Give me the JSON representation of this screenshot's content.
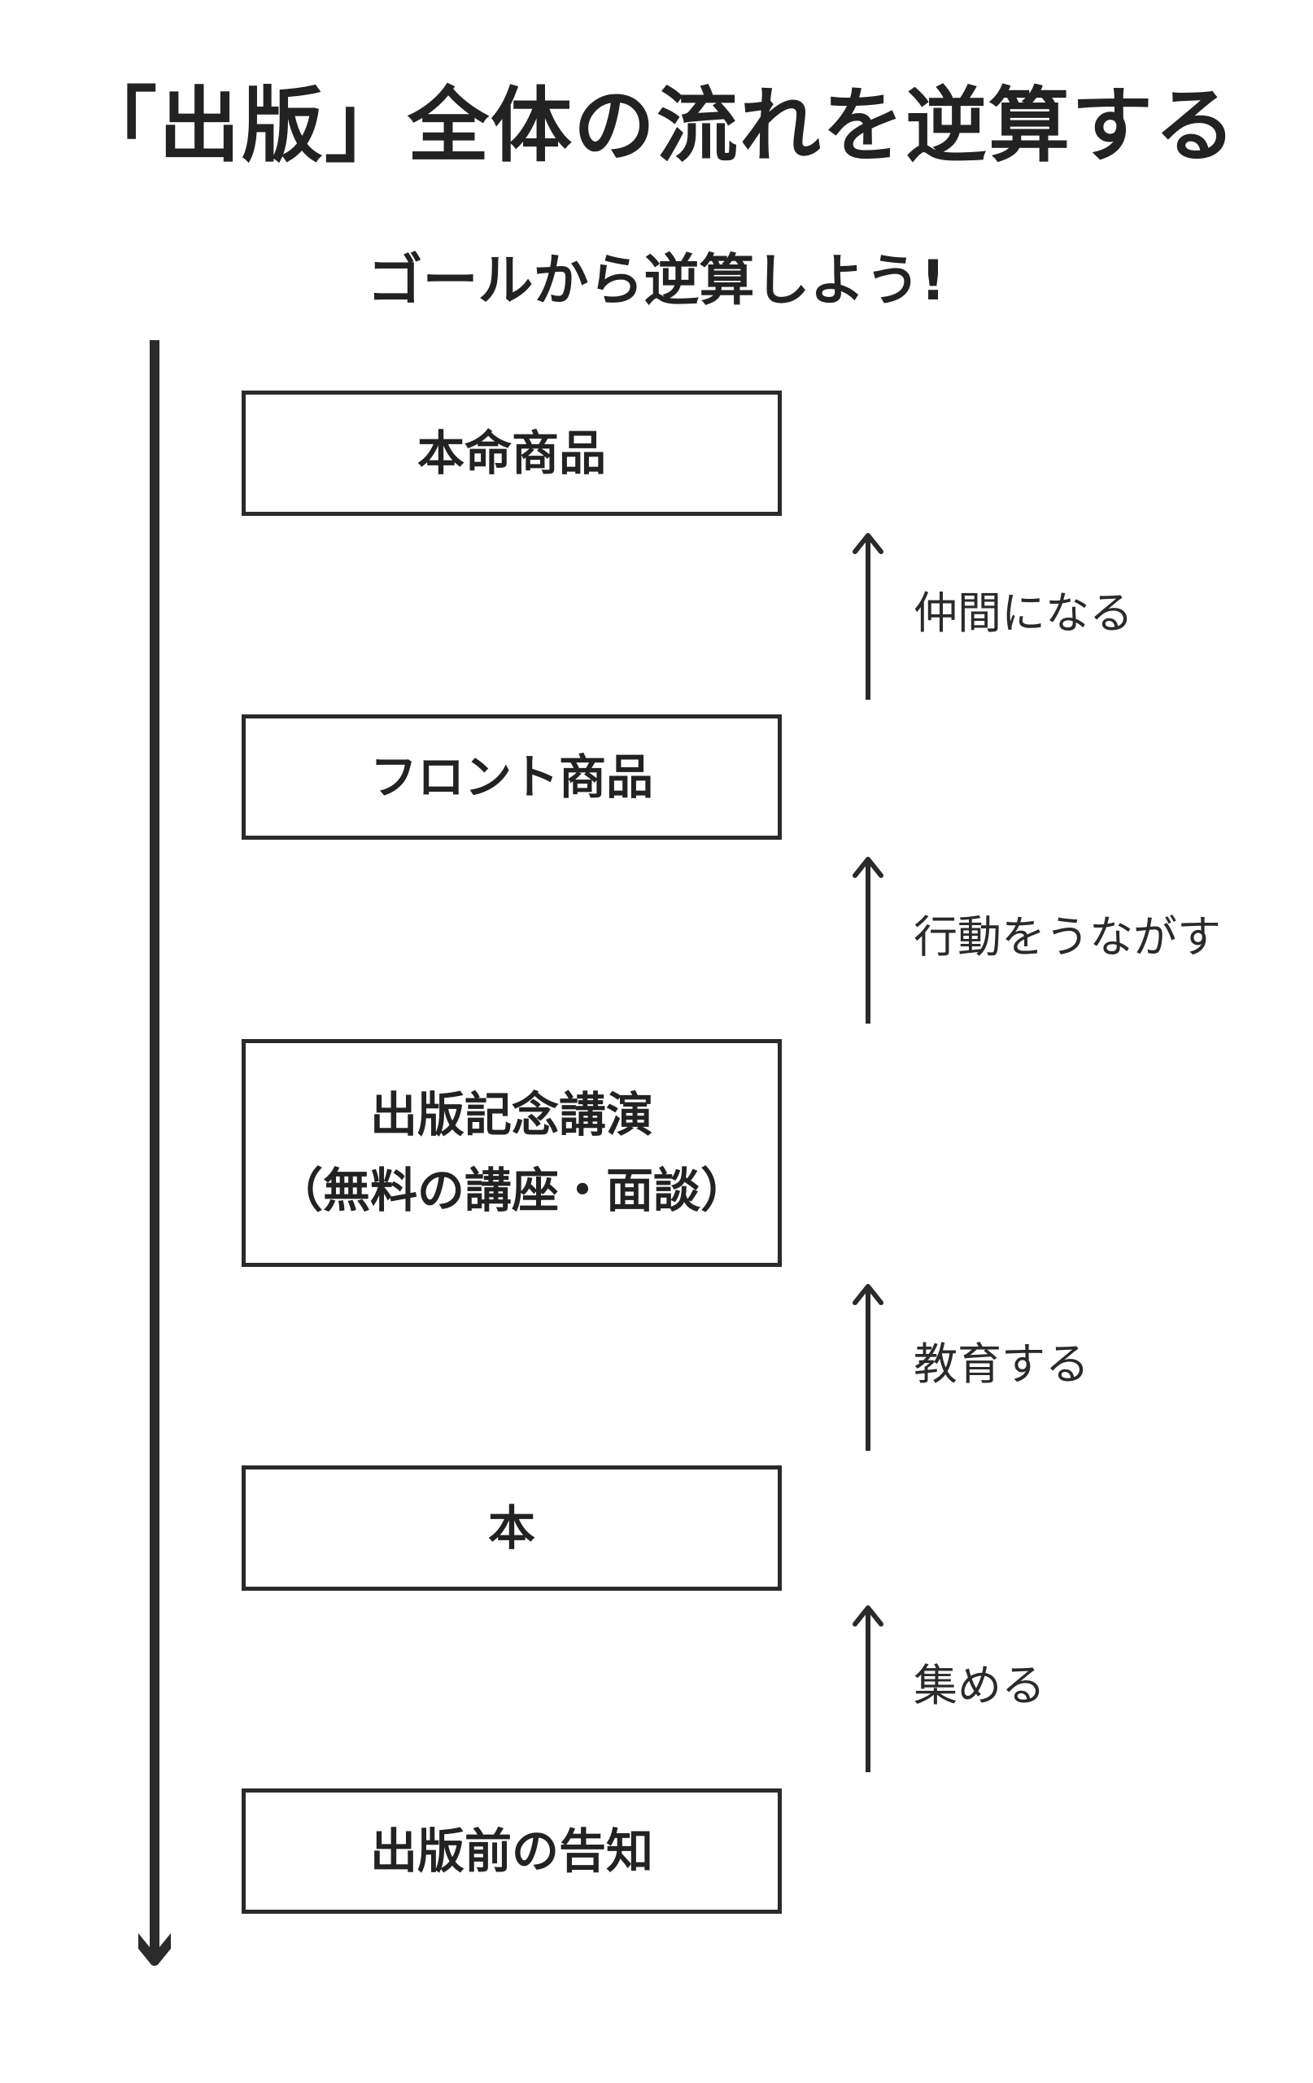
{
  "title": "「出版」全体の流れを逆算する",
  "subtitle": "ゴールから逆算しよう!",
  "boxes": [
    {
      "label": "本命商品"
    },
    {
      "label": "フロント商品"
    },
    {
      "label": "出版記念講演\n（無料の講座・面談）"
    },
    {
      "label": "本"
    },
    {
      "label": "出版前の告知"
    }
  ],
  "arrows": [
    {
      "label": "仲間になる",
      "direction": "up"
    },
    {
      "label": "行動をうながす",
      "direction": "up"
    },
    {
      "label": "教育する",
      "direction": "up"
    },
    {
      "label": "集める",
      "direction": "up"
    }
  ],
  "timeline": {
    "direction": "down"
  },
  "colors": {
    "line": "#2a2a2a",
    "text": "#222222",
    "background": "#ffffff"
  }
}
